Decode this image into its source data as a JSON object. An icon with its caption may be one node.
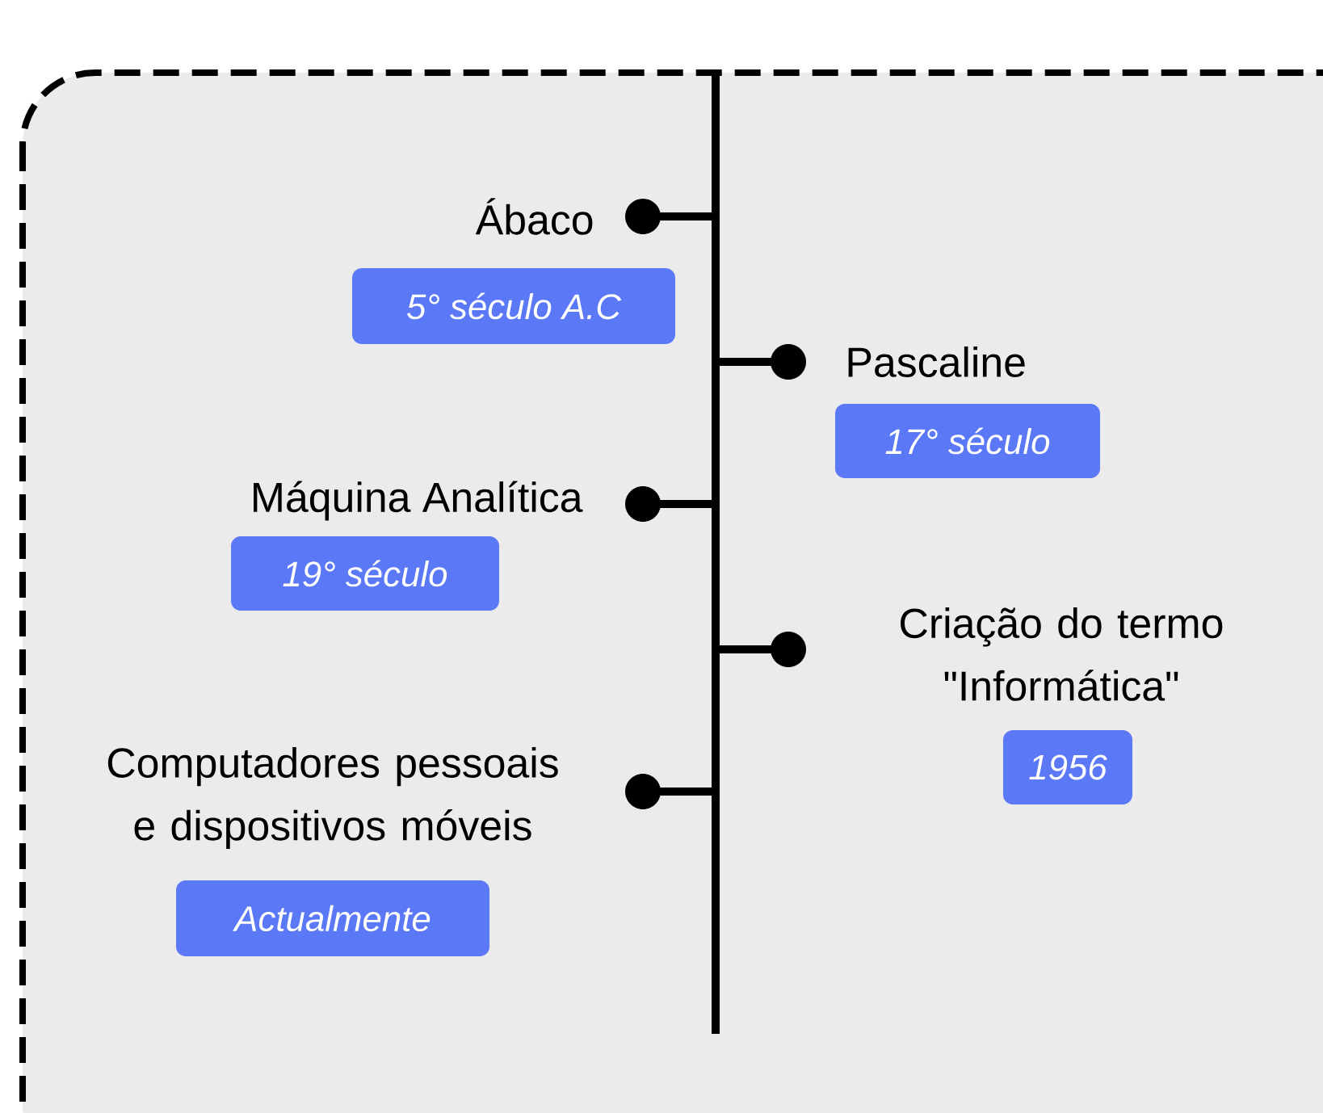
{
  "diagram": {
    "nodes": [
      {
        "text": [
          "Ábaco",
          "5° século A.C"
        ]
      },
      {
        "text": [
          "Pascaline",
          "17° século"
        ]
      },
      {
        "text": [
          "Máquina Analítica",
          "19° século"
        ]
      },
      {
        "text": [
          "Criação do termo \"Informática\"",
          "1956"
        ]
      },
      {
        "text": [
          "Computadores pessoais e dispositivos móveis",
          "Actualmente"
        ]
      }
    ]
  }
}
